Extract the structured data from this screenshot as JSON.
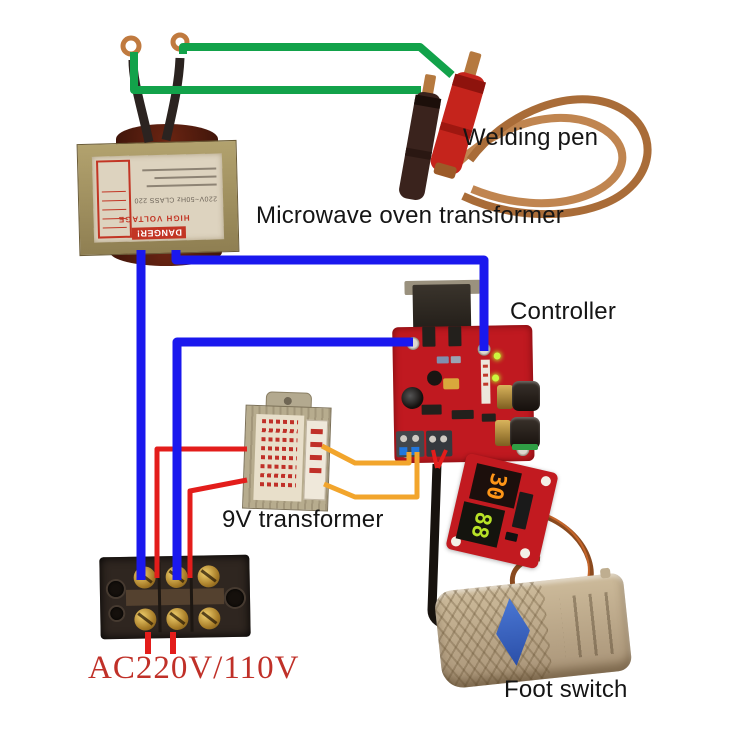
{
  "labels": {
    "welding_pen": "Welding pen",
    "microwave_transformer": "Microwave oven transformer",
    "controller": "Controller",
    "transformer_9v": "9V transformer",
    "ac_voltage": "AC220V/110V",
    "foot_switch": "Foot switch"
  },
  "microwave_label": {
    "danger": "DANGER!",
    "high_voltage": "HIGH VOLTAGE",
    "spec": "220V~50Hz CLASS 220"
  },
  "display_module": {
    "top_digits": "30",
    "bottom_digits": "88"
  },
  "colors": {
    "wire-green": "#12a24a",
    "wire-blue": "#1a18ee",
    "wire-red": "#e31d1b",
    "wire-orange": "#f2a52c",
    "wire-black": "#17120e",
    "cable-copper": "#b57a48",
    "cable-servo": "#8a4a1f",
    "pcb-red": "#c01920",
    "foot-tan": "#bfac8c",
    "text-red": "#c03028",
    "digit-orange": "#ff9517",
    "digit-green": "#b8e227"
  }
}
